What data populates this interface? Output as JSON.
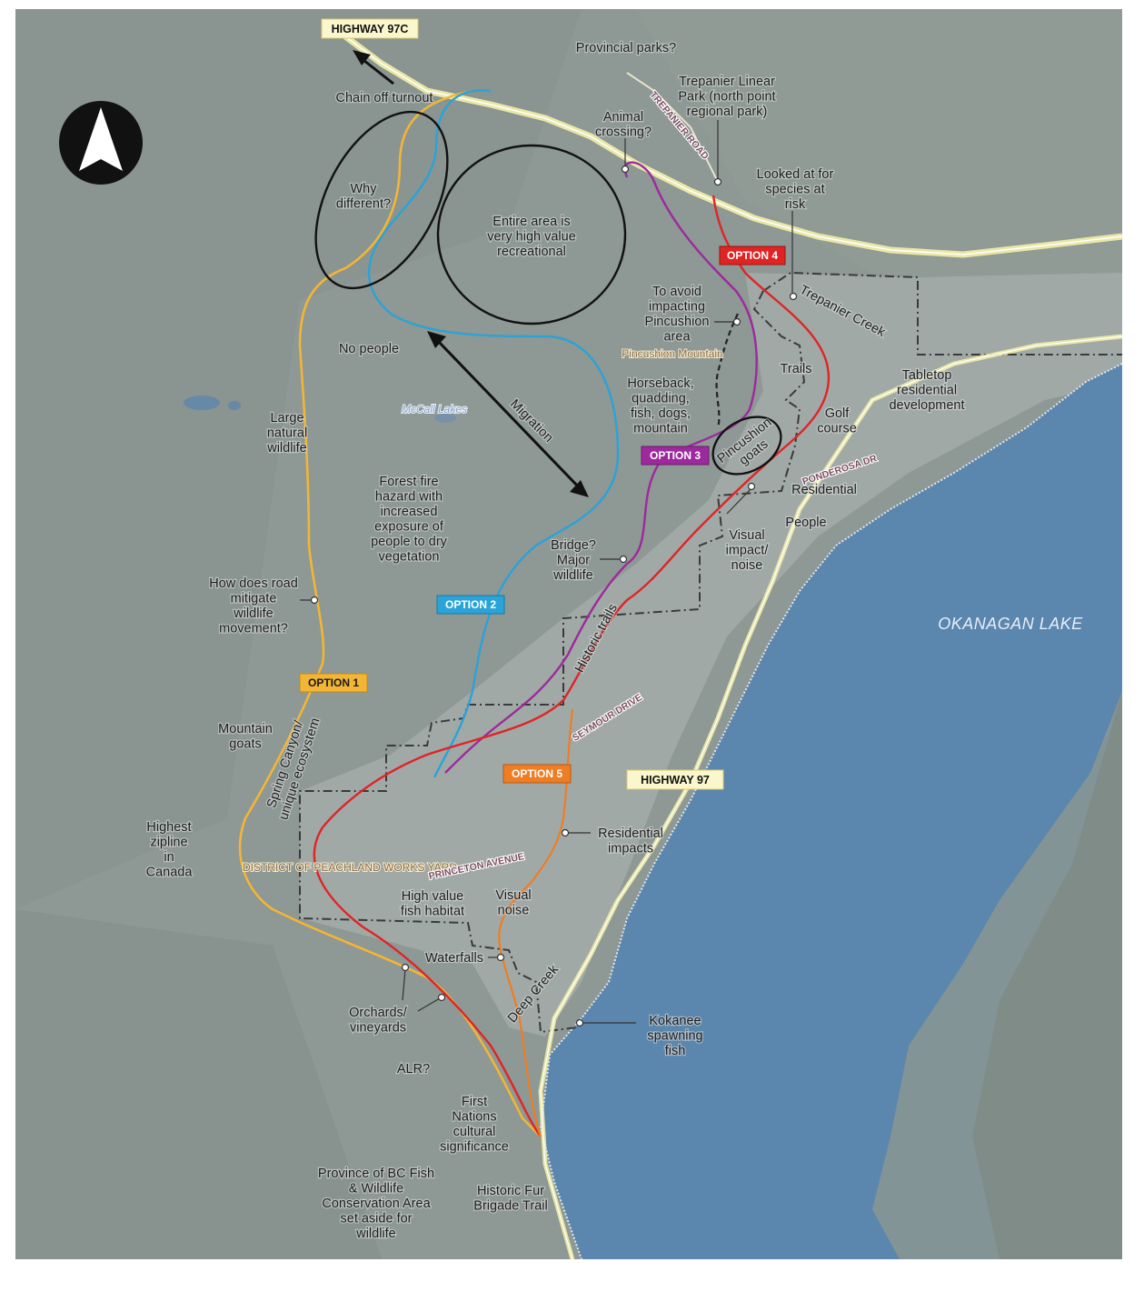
{
  "highways": {
    "hwy_97c": "HIGHWAY 97C",
    "hwy_97": "HIGHWAY 97"
  },
  "options": {
    "option1": {
      "label": "OPTION 1",
      "color": "#f2b536"
    },
    "option2": {
      "label": "OPTION 2",
      "color": "#2aa3d8"
    },
    "option3": {
      "label": "OPTION 3",
      "color": "#9c2a9c"
    },
    "option4": {
      "label": "OPTION 4",
      "color": "#e02424"
    },
    "option5": {
      "label": "OPTION 5",
      "color": "#ee7d24"
    }
  },
  "water": {
    "lake_name": "OKANAGAN LAKE",
    "lake_color": "#5b86ad",
    "small_lakes": "McCall Lakes"
  },
  "places": {
    "pincushion_mountain": "Pincushion Mountain",
    "peachland_works_yard": "DISTRICT OF PEACHLAND WORKS YARD"
  },
  "streets": {
    "trepanier_road": "TREPANIER ROAD",
    "ponderosa_dr": "PONDEROSA DR",
    "seymour_drive": "SEYMOUR DRIVE",
    "princeton_avenue": "PRINCETON AVENUE"
  },
  "annotations": {
    "provincial_parks": "Provincial parks?",
    "trepanier_linear_park": "Trepanier Linear Park (north point regional park)",
    "chain_off_turnout": "Chain off turnout",
    "animal_crossing": "Animal crossing?",
    "why_different": "Why different?",
    "entire_area": "Entire area is very high value recreational",
    "looked_at_species": "Looked at for species at risk",
    "trepanier_creek": "Trepanier Creek",
    "avoid_pincushion": "To avoid impacting Pincushion area",
    "no_people": "No people",
    "trails": "Trails",
    "tabletop": "Tabletop residential development",
    "horseback": "Horseback, quadding, fish, dogs, mountain",
    "golf_course": "Golf course",
    "migration": "Migration",
    "large_natural_wildlife": "Large natural wildlife",
    "pincushion_goats": "Pincushion goats",
    "forest_fire": "Forest fire hazard with increased exposure of people to dry vegetation",
    "residential": "Residential",
    "people": "People",
    "visual_impact_noise": "Visual impact/ noise",
    "bridge_wildlife": "Bridge? Major wildlife",
    "road_mitigate": "How does road mitigate wildlife movement?",
    "historic_trails": "Historic trails",
    "mountain_goats": "Mountain goats",
    "spring_canyon": "Spring Canyon/ unique ecosystem",
    "highest_zipline": "Highest zipline in Canada",
    "residential_impacts": "Residential impacts",
    "high_value_fish": "High value fish habitat",
    "visual_noise": "Visual noise",
    "waterfalls": "Waterfalls",
    "deep_creek": "Deep Creek",
    "orchards": "Orchards/ vineyards",
    "kokanee": "Kokanee spawning fish",
    "alr": "ALR?",
    "first_nations": "First Nations cultural significance",
    "province_bc": "Province of BC Fish & Wildlife Conservation Area set aside for wildlife",
    "historic_fur": "Historic Fur Brigade Trail"
  },
  "icons": {
    "north_arrow": "north-arrow-icon"
  }
}
